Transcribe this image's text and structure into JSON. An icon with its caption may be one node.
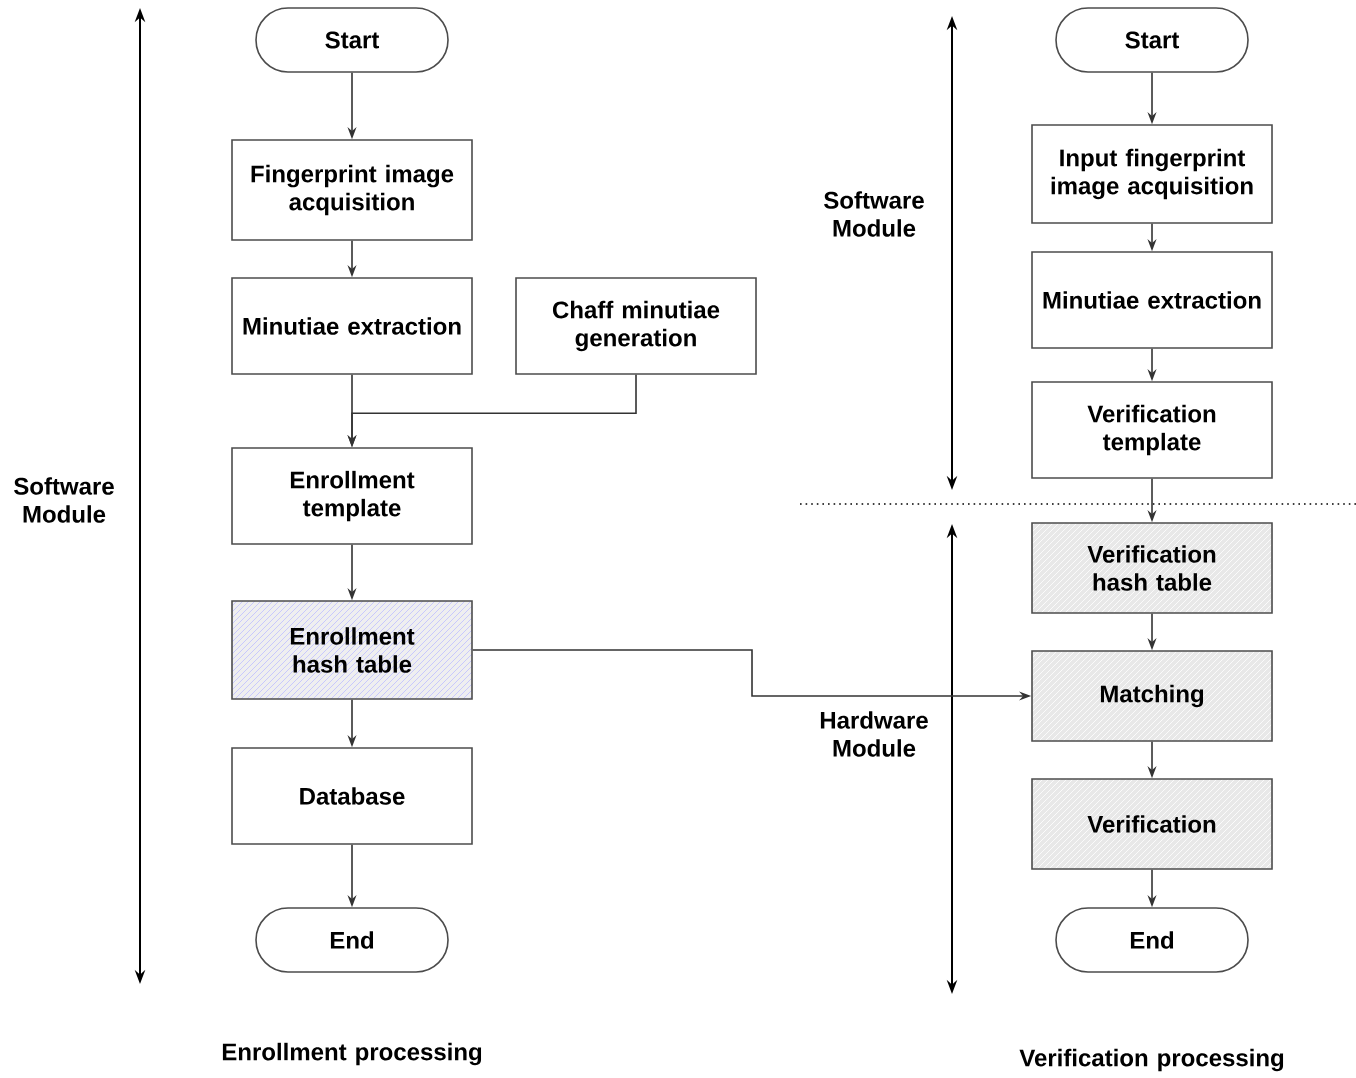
{
  "diagram": {
    "nodes": [
      {
        "text": [
          "Start"
        ]
      },
      {
        "text": [
          "Fingerprint image acquisition"
        ]
      },
      {
        "text": [
          "Minutiae extraction"
        ]
      },
      {
        "text": [
          "Chaff minutiae generation"
        ]
      },
      {
        "text": [
          "Enrollment template"
        ]
      },
      {
        "text": [
          "Enrollment hash table"
        ]
      },
      {
        "text": [
          "Database"
        ]
      },
      {
        "text": [
          "End"
        ]
      },
      {
        "text": [
          "Start"
        ]
      },
      {
        "text": [
          "Input fingerprint image acquisition"
        ]
      },
      {
        "text": [
          "Minutiae extraction"
        ]
      },
      {
        "text": [
          "Verification template"
        ]
      },
      {
        "text": [
          "Verification hash table"
        ]
      },
      {
        "text": [
          "Matching"
        ]
      },
      {
        "text": [
          "Verification"
        ]
      },
      {
        "text": [
          "End"
        ]
      }
    ],
    "edges": [
      {
        "from": 0,
        "to": 1,
        "arrow": "to"
      },
      {
        "from": 1,
        "to": 2,
        "arrow": "to"
      },
      {
        "from": 2,
        "to": 4,
        "arrow": "to"
      },
      {
        "from": 3,
        "to": 4,
        "arrow": "to"
      },
      {
        "from": 4,
        "to": 5,
        "arrow": "to"
      },
      {
        "from": 5,
        "to": 6,
        "arrow": "to"
      },
      {
        "from": 6,
        "to": 7,
        "arrow": "to"
      },
      {
        "from": 8,
        "to": 9,
        "arrow": "to"
      },
      {
        "from": 9,
        "to": 10,
        "arrow": "to"
      },
      {
        "from": 10,
        "to": 11,
        "arrow": "to"
      },
      {
        "from": 11,
        "to": 12,
        "arrow": "to"
      },
      {
        "from": 12,
        "to": 13,
        "arrow": "to"
      },
      {
        "from": 13,
        "to": 14,
        "arrow": "to"
      },
      {
        "from": 14,
        "to": 15,
        "arrow": "to"
      },
      {
        "from": 5,
        "to": 13,
        "arrow": "to"
      }
    ],
    "labels": [
      "Software Module",
      "Software Module",
      "Hardware Module",
      "Enrollment processing",
      "Verification processing"
    ]
  }
}
